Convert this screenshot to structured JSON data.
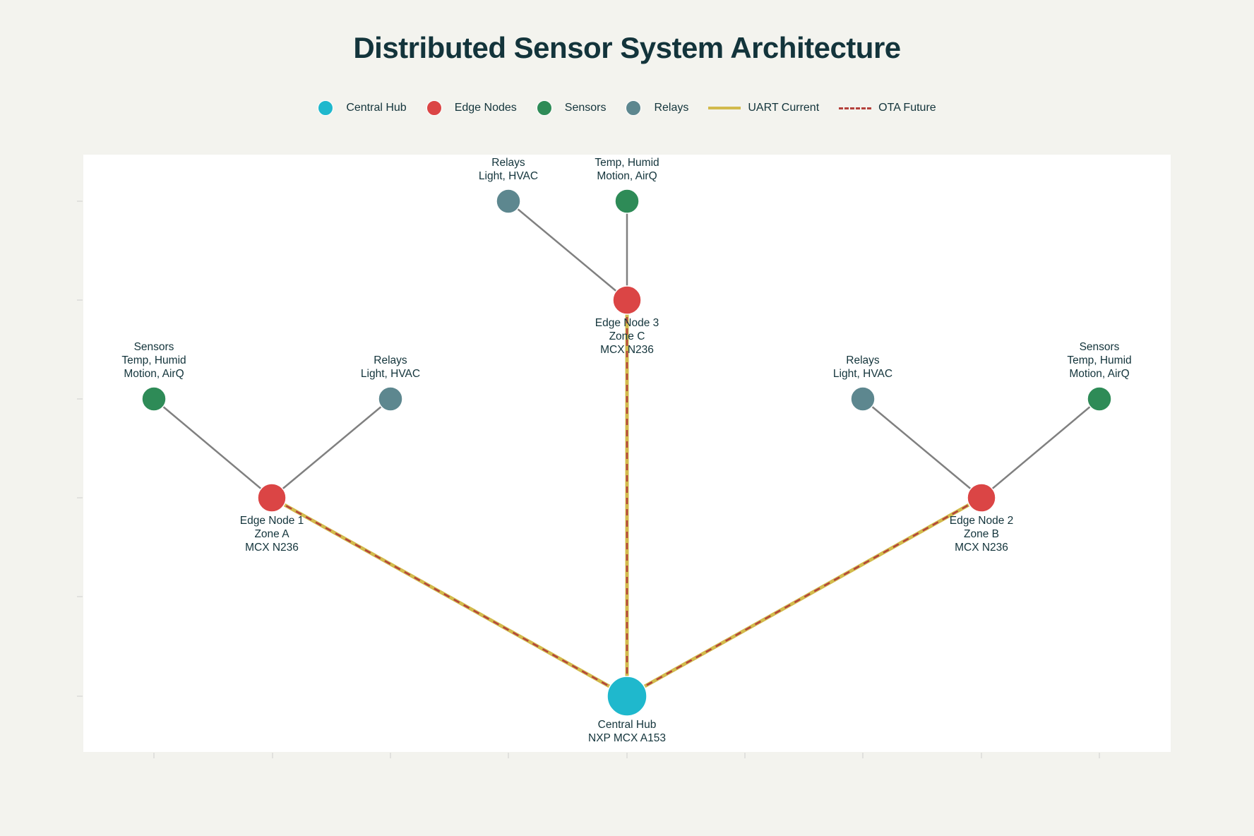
{
  "title": "Distributed Sensor System Architecture",
  "legend": [
    {
      "label": "Central Hub",
      "kind": "dot",
      "color": "#1fb8cd",
      "icon": "circle-icon"
    },
    {
      "label": "Edge Nodes",
      "kind": "dot",
      "color": "#db4545",
      "icon": "circle-icon"
    },
    {
      "label": "Sensors",
      "kind": "dot",
      "color": "#2e8b57",
      "icon": "circle-icon"
    },
    {
      "label": "Relays",
      "kind": "dot",
      "color": "#5d878f",
      "icon": "circle-icon"
    },
    {
      "label": "UART Current",
      "kind": "solid",
      "color": "#d2ba4c",
      "icon": "solid-line-icon"
    },
    {
      "label": "OTA Future",
      "kind": "dashed",
      "color": "#b4413c",
      "icon": "dashed-line-icon"
    }
  ],
  "colors": {
    "hub": "#1fb8cd",
    "edge": "#db4545",
    "sensor": "#2e8b57",
    "relay": "#5d878f",
    "uart": "#d2ba4c",
    "ota": "#b4413c",
    "local_link": "#808080",
    "plot_bg": "#ffffff",
    "page_bg": "#f3f3ee",
    "text": "#13343b"
  },
  "nodes": [
    {
      "id": "hub",
      "type": "hub",
      "label": [
        "Central Hub",
        "NXP MCX A153"
      ],
      "label_pos": "below"
    },
    {
      "id": "edge1",
      "type": "edge",
      "label": [
        "Edge Node 1",
        "Zone A",
        "MCX N236"
      ],
      "label_pos": "below"
    },
    {
      "id": "edge2",
      "type": "edge",
      "label": [
        "Edge Node 2",
        "Zone B",
        "MCX N236"
      ],
      "label_pos": "below"
    },
    {
      "id": "edge3",
      "type": "edge",
      "label": [
        "Edge Node 3",
        "Zone C",
        "MCX N236"
      ],
      "label_pos": "below"
    },
    {
      "id": "s1",
      "type": "sensor",
      "label": [
        "Sensors",
        "Temp, Humid",
        "Motion, AirQ"
      ],
      "label_pos": "above"
    },
    {
      "id": "r1",
      "type": "relay",
      "label": [
        "Relays",
        "Light, HVAC"
      ],
      "label_pos": "above"
    },
    {
      "id": "r2",
      "type": "relay",
      "label": [
        "Relays",
        "Light, HVAC"
      ],
      "label_pos": "above"
    },
    {
      "id": "s2",
      "type": "sensor",
      "label": [
        "Sensors",
        "Temp, Humid",
        "Motion, AirQ"
      ],
      "label_pos": "above"
    },
    {
      "id": "r3",
      "type": "relay",
      "label": [
        "Relays",
        "Light, HVAC"
      ],
      "label_pos": "above"
    },
    {
      "id": "s3",
      "type": "sensor",
      "label": [
        "Temp, Humid",
        "Motion, AirQ"
      ],
      "label_pos": "above"
    }
  ],
  "links": [
    {
      "from": "hub",
      "to": "edge1",
      "kind": "uart+ota"
    },
    {
      "from": "hub",
      "to": "edge2",
      "kind": "uart+ota"
    },
    {
      "from": "hub",
      "to": "edge3",
      "kind": "uart+ota"
    },
    {
      "from": "edge1",
      "to": "s1",
      "kind": "local"
    },
    {
      "from": "edge1",
      "to": "r1",
      "kind": "local"
    },
    {
      "from": "edge2",
      "to": "r2",
      "kind": "local"
    },
    {
      "from": "edge2",
      "to": "s2",
      "kind": "local"
    },
    {
      "from": "edge3",
      "to": "r3",
      "kind": "local"
    },
    {
      "from": "edge3",
      "to": "s3",
      "kind": "local"
    }
  ]
}
